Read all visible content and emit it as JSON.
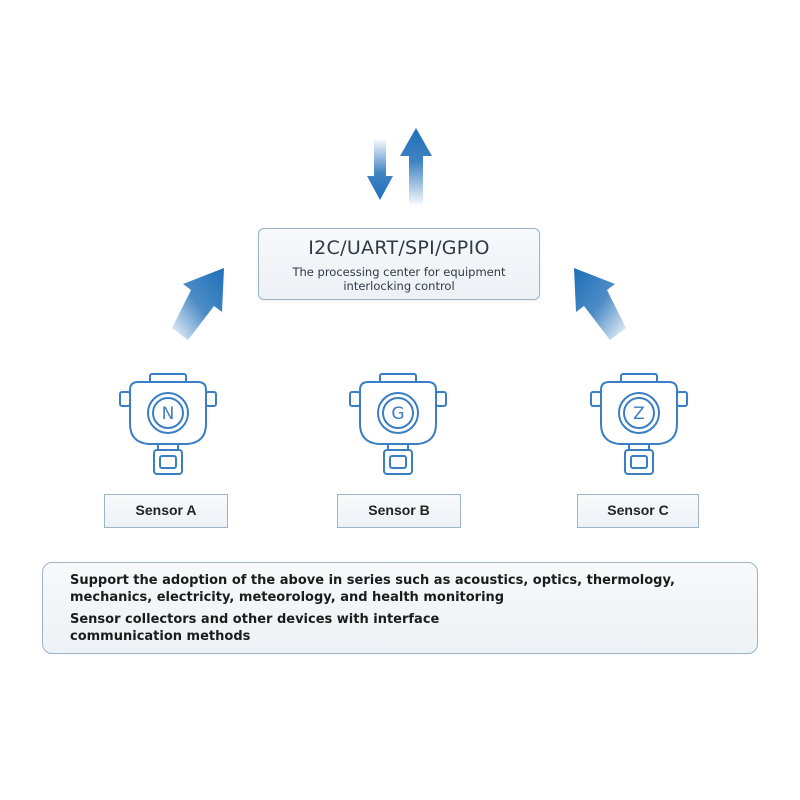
{
  "center": {
    "title": "I2C/UART/SPI/GPIO",
    "subtitle": "The processing center for equipment interlocking control"
  },
  "sensors": [
    {
      "letter": "N",
      "label": "Sensor A"
    },
    {
      "letter": "G",
      "label": "Sensor B"
    },
    {
      "letter": "Z",
      "label": "Sensor C"
    }
  ],
  "info": {
    "line1": "Support the adoption of the above in series such as acoustics, optics, thermology,",
    "line2": "mechanics, electricity, meteorology, and health monitoring",
    "line3": "Sensor collectors and other devices with interface",
    "line4": "communication methods"
  },
  "colors": {
    "arrow": "#1f6fb8",
    "sensor_line": "#3a7fc4",
    "sensor_fill": "#ffffff",
    "box_border": "#9bb4c6"
  }
}
